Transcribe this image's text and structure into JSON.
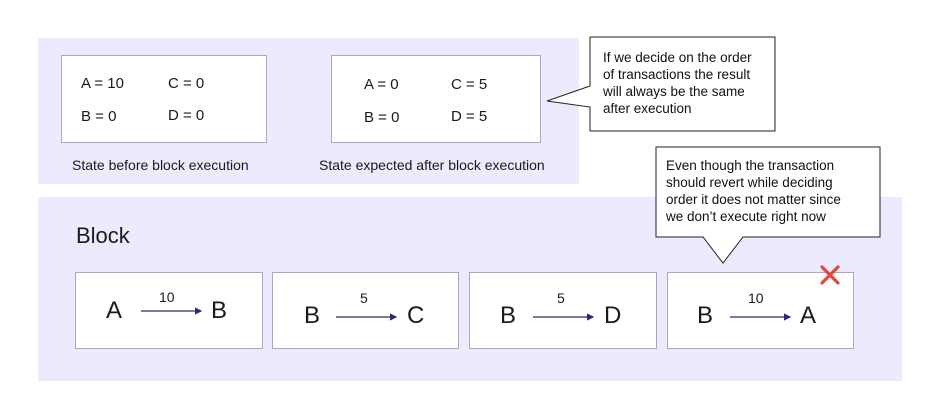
{
  "state_before": {
    "a": "A = 10",
    "c": "C = 0",
    "b": "B = 0",
    "d": "D = 0",
    "caption": "State before block execution"
  },
  "state_after": {
    "a": "A = 0",
    "c": "C = 5",
    "b": "B = 0",
    "d": "D = 5",
    "caption": "State expected after block execution"
  },
  "callout_top": {
    "lines": [
      "If we decide on the order",
      "of transactions the result",
      "will always be the same",
      "after execution"
    ]
  },
  "callout_block": {
    "lines": [
      "Even though the transaction",
      "should revert while deciding",
      "order it does not matter since",
      "we don’t execute right now"
    ]
  },
  "block": {
    "title": "Block",
    "transactions": [
      {
        "from": "A",
        "amount": "10",
        "to": "B",
        "reverts": false
      },
      {
        "from": "B",
        "amount": "5",
        "to": "C",
        "reverts": false
      },
      {
        "from": "B",
        "amount": "5",
        "to": "D",
        "reverts": false
      },
      {
        "from": "B",
        "amount": "10",
        "to": "A",
        "reverts": true
      }
    ]
  },
  "colors": {
    "panel": "#eceafd",
    "arrow": "#2b2a78",
    "cross": "#e8453c"
  }
}
